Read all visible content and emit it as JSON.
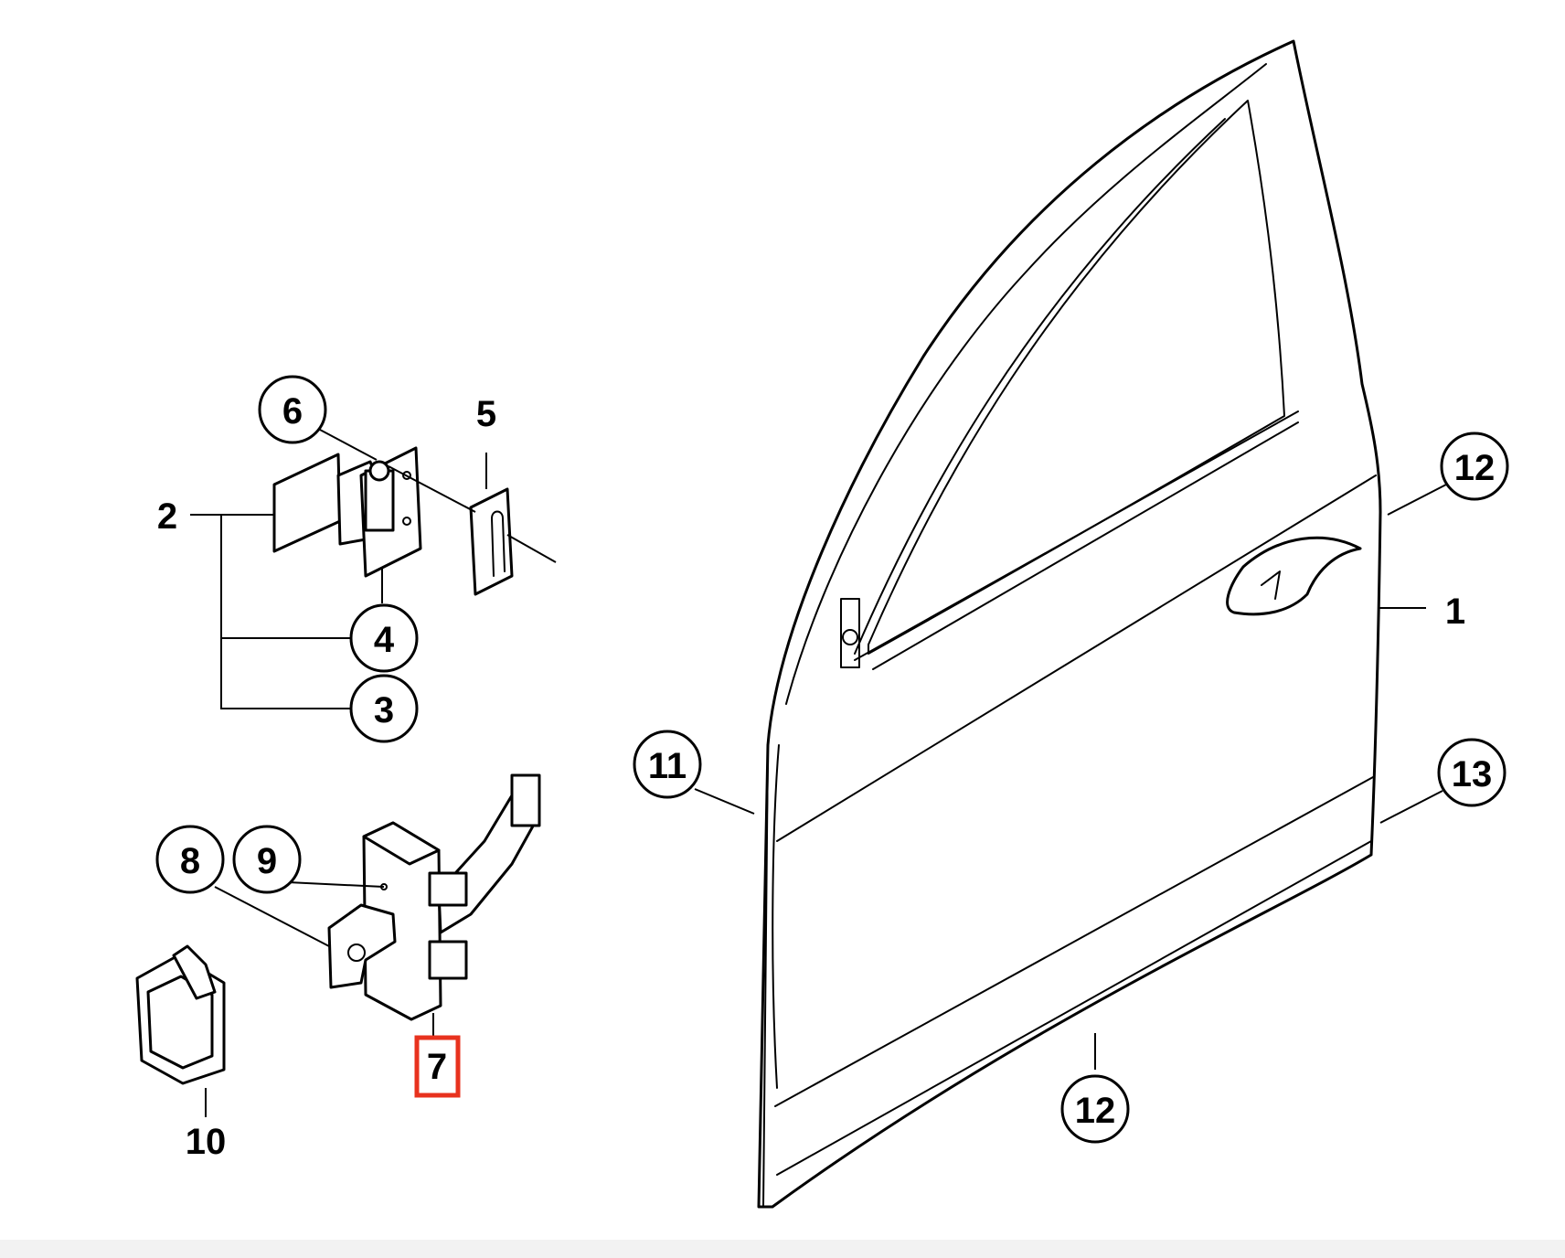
{
  "callouts": [
    {
      "id": "1",
      "label": "1",
      "circled": false
    },
    {
      "id": "2",
      "label": "2",
      "circled": false
    },
    {
      "id": "3",
      "label": "3",
      "circled": true
    },
    {
      "id": "4",
      "label": "4",
      "circled": true
    },
    {
      "id": "5",
      "label": "5",
      "circled": false
    },
    {
      "id": "6",
      "label": "6",
      "circled": true
    },
    {
      "id": "7",
      "label": "7",
      "circled": false,
      "highlighted": true
    },
    {
      "id": "8",
      "label": "8",
      "circled": true
    },
    {
      "id": "9",
      "label": "9",
      "circled": true
    },
    {
      "id": "10",
      "label": "10",
      "circled": false
    },
    {
      "id": "11",
      "label": "11",
      "circled": true
    },
    {
      "id": "12a",
      "label": "12",
      "circled": true
    },
    {
      "id": "12b",
      "label": "12",
      "circled": true
    },
    {
      "id": "13",
      "label": "13",
      "circled": true
    }
  ],
  "colors": {
    "line": "#000000",
    "background": "#ffffff",
    "highlight": "#e8321e"
  }
}
